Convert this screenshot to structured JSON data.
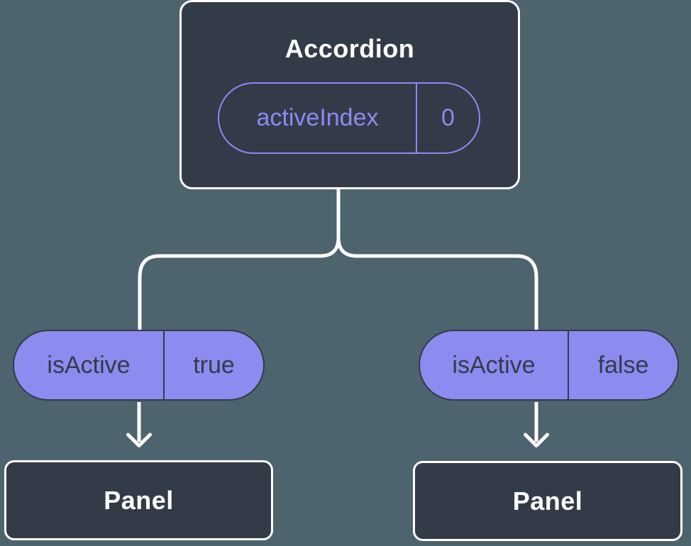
{
  "colors": {
    "background": "#4D636D",
    "node_fill": "#343B48",
    "node_border": "#FFFFFF",
    "pill_fill": "#8B8BF0",
    "pill_outline": "#8A8AF2",
    "dark_text": "#343B48",
    "light_text": "#FFFFFF",
    "connector": "#FFFFFF"
  },
  "tree": {
    "root": {
      "label": "Accordion",
      "state": {
        "name": "activeIndex",
        "value": "0"
      }
    },
    "branches": [
      {
        "prop": {
          "name": "isActive",
          "value": "true"
        },
        "child": {
          "label": "Panel"
        }
      },
      {
        "prop": {
          "name": "isActive",
          "value": "false"
        },
        "child": {
          "label": "Panel"
        }
      }
    ]
  }
}
